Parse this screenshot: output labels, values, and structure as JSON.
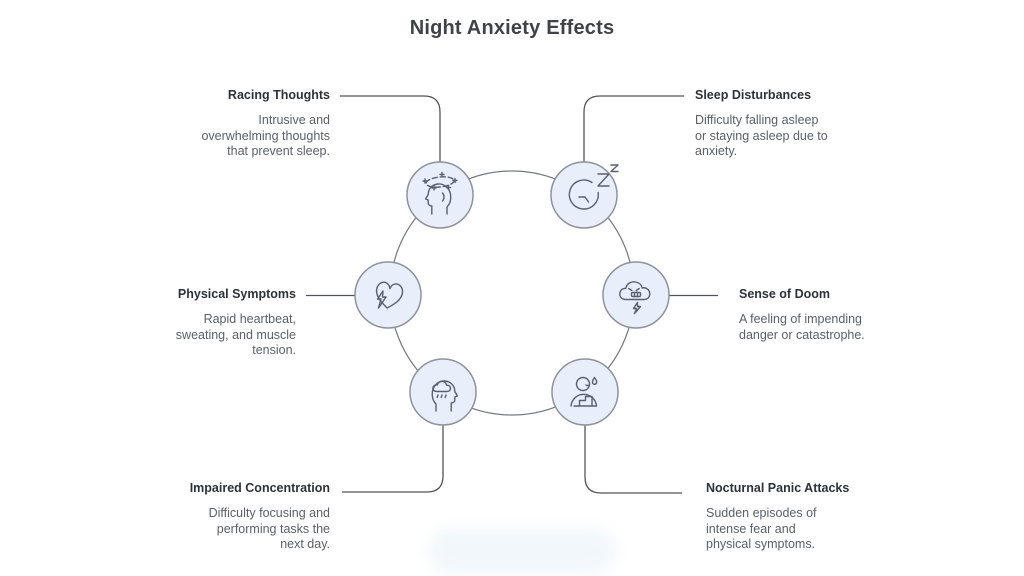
{
  "title": "Night Anxiety Effects",
  "colors": {
    "node_fill": "#e9eefb",
    "node_stroke": "#8d929c",
    "icon_stroke": "#59606e",
    "connector": "#515459",
    "heading_text": "#2e3237",
    "body_text": "#5b6067",
    "title_text": "#404346"
  },
  "cards": [
    {
      "id": "racing-thoughts",
      "label": "Racing Thoughts",
      "icon": "racing-thoughts-icon",
      "lines": [
        "Intrusive and",
        "overwhelming thoughts",
        "that prevent sleep."
      ]
    },
    {
      "id": "sleep-disturbances",
      "label": "Sleep Disturbances",
      "icon": "sleep-clock-icon",
      "lines": [
        "Difficulty falling asleep",
        "or staying asleep due to",
        "anxiety."
      ]
    },
    {
      "id": "physical-symptoms",
      "label": "Physical Symptoms",
      "icon": "heart-bolt-icon",
      "lines": [
        "Rapid heartbeat,",
        "sweating, and muscle",
        "tension."
      ]
    },
    {
      "id": "sense-of-doom",
      "label": "Sense of Doom",
      "icon": "storm-cloud-icon",
      "lines": [
        "A feeling of impending",
        "danger or catastrophe."
      ]
    },
    {
      "id": "impaired-concentration",
      "label": "Impaired Concentration",
      "icon": "cloudy-head-icon",
      "lines": [
        "Difficulty focusing and",
        "performing tasks the",
        "next day."
      ]
    },
    {
      "id": "nocturnal-panic-attacks",
      "label": "Nocturnal Panic Attacks",
      "icon": "panic-person-icon",
      "lines": [
        "Sudden episodes of",
        "intense fear and",
        "physical symptoms."
      ]
    }
  ]
}
